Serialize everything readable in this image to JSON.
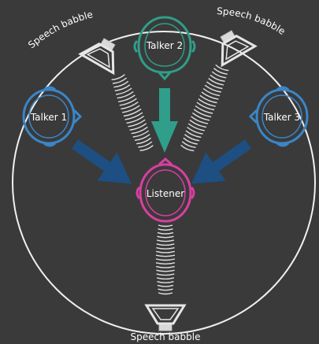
{
  "colors": {
    "background": "#3a3a3a",
    "room_circle": "#f0f0f0",
    "talker_side": "#3a86c8",
    "talker_center": "#2f9e8a",
    "arrow_side": "#1d4f82",
    "arrow_center": "#2f9e8a",
    "listener": "#d83fa0",
    "speaker": "#e6e6e6"
  },
  "talkers": [
    {
      "label": "Talker 1",
      "color": "#3a86c8"
    },
    {
      "label": "Talker 2",
      "color": "#2f9e8a"
    },
    {
      "label": "Talker 3",
      "color": "#3a86c8"
    }
  ],
  "listener": {
    "label": "Listener",
    "color": "#d83fa0"
  },
  "babble_sources": [
    {
      "label": "Speech babble"
    },
    {
      "label": "Speech babble"
    },
    {
      "label": "Speech babble"
    }
  ]
}
